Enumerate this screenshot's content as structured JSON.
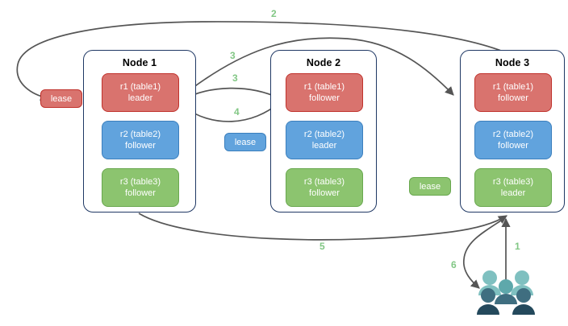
{
  "diagram": {
    "title": "Distributed range leaseholder / raft replication flow",
    "background": "#ffffff",
    "edge_color": "#555555",
    "node_border_color": "#1f3864",
    "step_label_color": "#82c785",
    "colors": {
      "red_fill": "#d9736e",
      "red_stroke": "#c0322c",
      "blue_fill": "#61a3dd",
      "blue_stroke": "#3b7fbd",
      "green_fill": "#8cc46f",
      "green_stroke": "#69a84f"
    }
  },
  "nodes": [
    {
      "id": "node1",
      "title": "Node 1",
      "replicas": [
        {
          "id": "n1r1",
          "range": "r1 (table1)",
          "role": "leader",
          "color": "red"
        },
        {
          "id": "n1r2",
          "range": "r2 (table2)",
          "role": "follower",
          "color": "blue"
        },
        {
          "id": "n1r3",
          "range": "r3 (table3)",
          "role": "follower",
          "color": "green"
        }
      ]
    },
    {
      "id": "node2",
      "title": "Node 2",
      "replicas": [
        {
          "id": "n2r1",
          "range": "r1 (table1)",
          "role": "follower",
          "color": "red"
        },
        {
          "id": "n2r2",
          "range": "r2 (table2)",
          "role": "leader",
          "color": "blue"
        },
        {
          "id": "n2r3",
          "range": "r3 (table3)",
          "role": "follower",
          "color": "green"
        }
      ]
    },
    {
      "id": "node3",
      "title": "Node 3",
      "replicas": [
        {
          "id": "n3r1",
          "range": "r1 (table1)",
          "role": "follower",
          "color": "red"
        },
        {
          "id": "n3r2",
          "range": "r2 (table2)",
          "role": "follower",
          "color": "blue"
        },
        {
          "id": "n3r3",
          "range": "r3 (table3)",
          "role": "leader",
          "color": "green"
        }
      ]
    }
  ],
  "leases": [
    {
      "id": "lease-r1",
      "label": "lease",
      "color": "red"
    },
    {
      "id": "lease-r2",
      "label": "lease",
      "color": "blue"
    },
    {
      "id": "lease-r3",
      "label": "lease",
      "color": "green"
    }
  ],
  "steps": [
    {
      "id": "step-1",
      "label": "1"
    },
    {
      "id": "step-2",
      "label": "2"
    },
    {
      "id": "step-3a",
      "label": "3"
    },
    {
      "id": "step-3b",
      "label": "3"
    },
    {
      "id": "step-4",
      "label": "4"
    },
    {
      "id": "step-5",
      "label": "5"
    },
    {
      "id": "step-6",
      "label": "6"
    }
  ],
  "client": {
    "icon": "users-group-icon",
    "colors": {
      "light": "#7fc0c0",
      "mid": "#5ea8ab",
      "dark": "#3f6e80",
      "darkest": "#24495c"
    }
  }
}
